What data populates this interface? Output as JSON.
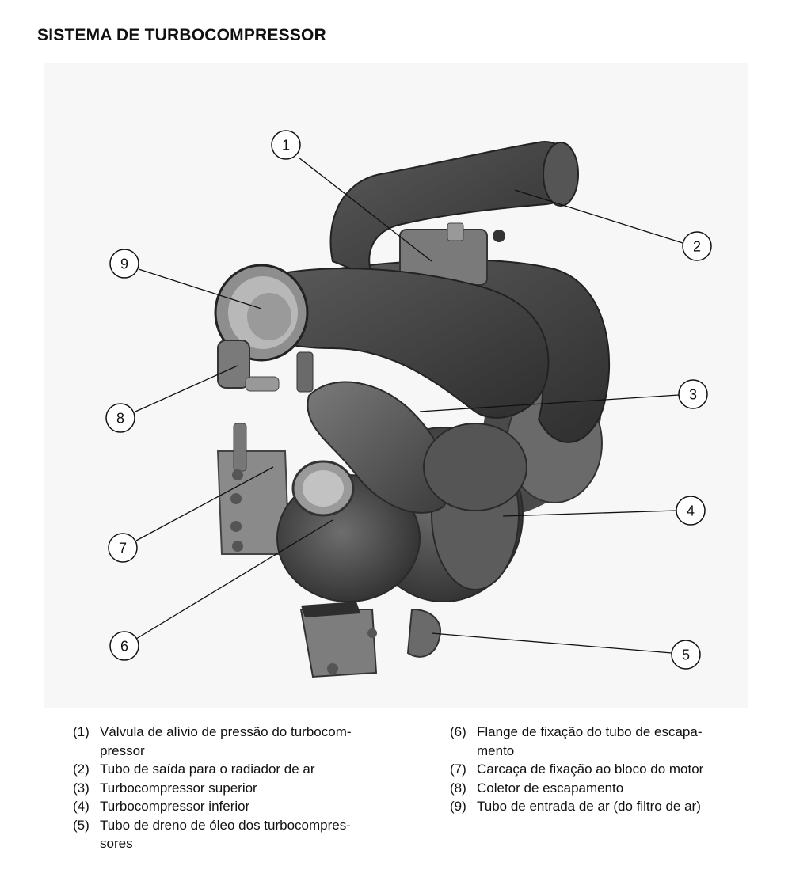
{
  "title": "SISTEMA DE TURBOCOMPRESSOR",
  "callouts": [
    "1",
    "2",
    "3",
    "4",
    "5",
    "6",
    "7",
    "8",
    "9"
  ],
  "legend": {
    "left": [
      {
        "num": "(1)",
        "lines": [
          "Válvula de alívio de pressão do turbocom-",
          "pressor"
        ]
      },
      {
        "num": "(2)",
        "lines": [
          "Tubo de saída para o radiador de ar"
        ]
      },
      {
        "num": "(3)",
        "lines": [
          "Turbocompressor superior"
        ]
      },
      {
        "num": "(4)",
        "lines": [
          "Turbocompressor inferior"
        ]
      },
      {
        "num": "(5)",
        "lines": [
          "Tubo de dreno de óleo dos turbocompres-",
          "sores"
        ]
      }
    ],
    "right": [
      {
        "num": "(6)",
        "lines": [
          "Flange de fixação do tubo de escapa-",
          "mento"
        ]
      },
      {
        "num": "(7)",
        "lines": [
          "Carcaça de fixação ao bloco do motor"
        ]
      },
      {
        "num": "(8)",
        "lines": [
          "Coletor de escapamento"
        ]
      },
      {
        "num": "(9)",
        "lines": [
          "Tubo de entrada de ar (do filtro de ar)"
        ]
      }
    ]
  }
}
